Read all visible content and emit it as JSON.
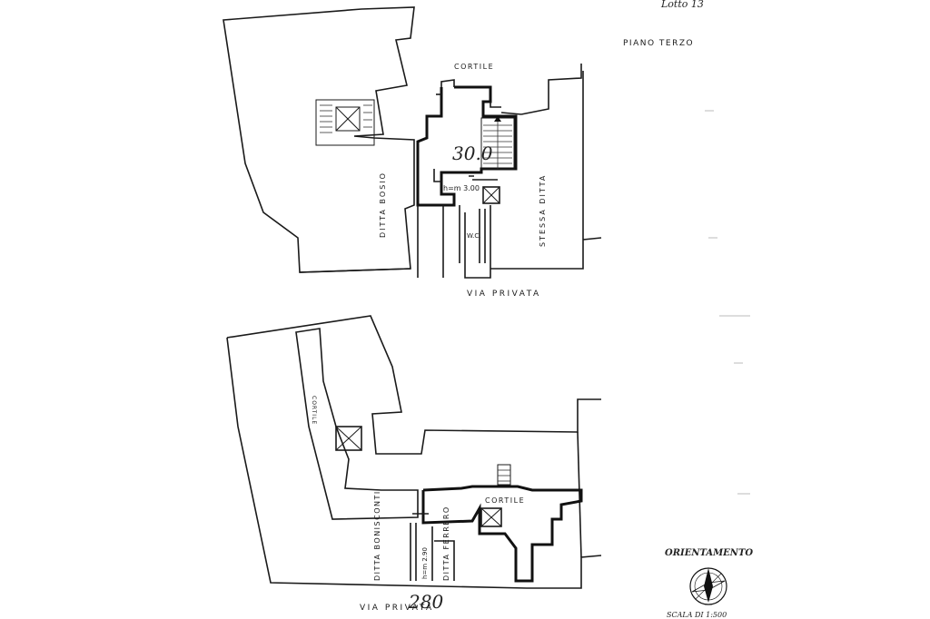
{
  "header": {
    "sheet_ref": "Lotto 13",
    "floor_title": "PIANO TERZO"
  },
  "upper_plan": {
    "courtyard_label": "CORTILE",
    "unit_number": "30.0",
    "height_note": "h=m 3.00",
    "left_neighbor": "DITTA BOSIO",
    "right_neighbor": "STESSA DITTA",
    "wc_label": "W.C.",
    "street_label": "VIA PRIVATA"
  },
  "lower_plan": {
    "courtyard_label": "CORTILE",
    "courtyard_label_2": "CORTILE",
    "left_neighbor": "DITTA BONISCONTI",
    "right_neighbor": "DITTA FERRERO",
    "height_note": "h=m 2.90",
    "unit_number": "280",
    "street_label": "VIA PRIVATA"
  },
  "legend": {
    "orientation_title": "ORIENTAMENTO",
    "scale_label": "SCALA DI 1:500"
  },
  "icons": [
    "compass-rose-icon",
    "stair-icon",
    "lift-shaft-icon"
  ]
}
